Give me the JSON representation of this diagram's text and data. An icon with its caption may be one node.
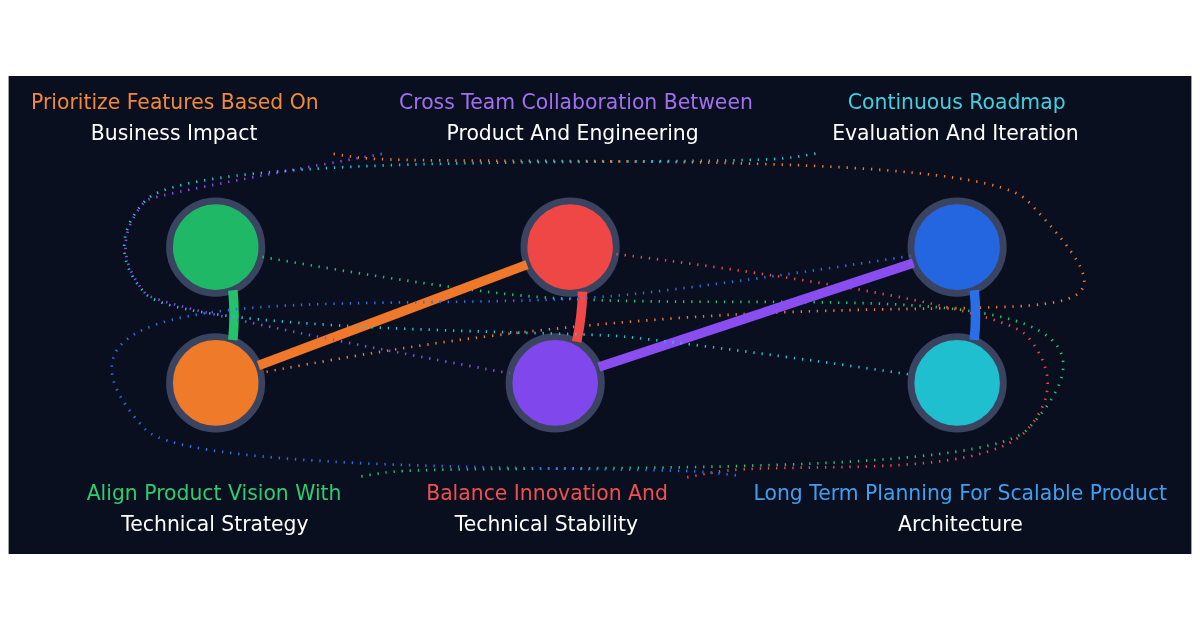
{
  "diagram": {
    "nodes": [
      {
        "text": [],
        "shape": "circle"
      },
      {
        "text": [
          "Align Product Vision With",
          "Technical Strategy"
        ]
      },
      {
        "text": [],
        "shape": "circle"
      },
      {
        "text": [
          "Prioritize Features Based On",
          "Business Impact"
        ]
      },
      {
        "text": [],
        "shape": "circle"
      },
      {
        "text": [
          "Balance Innovation And",
          "Technical Stability"
        ]
      },
      {
        "text": [],
        "shape": "circle"
      },
      {
        "text": [
          "Cross Team Collaboration Between",
          "Product And Engineering"
        ]
      },
      {
        "text": [],
        "shape": "circle"
      },
      {
        "text": [
          "Long Term Planning For Scalable Product",
          "Architecture"
        ]
      },
      {
        "text": [],
        "shape": "circle"
      },
      {
        "text": [
          "Continuous Roadmap",
          "Evaluation And Iteration"
        ]
      }
    ],
    "edges": [
      {
        "from": 0,
        "to": 2,
        "arrow": "none",
        "style": "thick",
        "color": "#22c36b"
      },
      {
        "from": 2,
        "to": 4,
        "arrow": "none",
        "style": "thick",
        "color": "#f0782a"
      },
      {
        "from": 4,
        "to": 6,
        "arrow": "none",
        "style": "thick",
        "color": "#f04848"
      },
      {
        "from": 6,
        "to": 8,
        "arrow": "none",
        "style": "thick",
        "color": "#8a4df0"
      },
      {
        "from": 8,
        "to": 10,
        "arrow": "none",
        "style": "thick",
        "color": "#2a6fe8"
      },
      {
        "from": 1,
        "to": 0,
        "arrow": "none",
        "style": "dashed",
        "color": "#22c36b"
      },
      {
        "from": 3,
        "to": 2,
        "arrow": "none",
        "style": "dashed",
        "color": "#f0782a"
      },
      {
        "from": 5,
        "to": 4,
        "arrow": "none",
        "style": "dashed",
        "color": "#f04848"
      },
      {
        "from": 7,
        "to": 6,
        "arrow": "none",
        "style": "dashed",
        "color": "#8a4df0"
      },
      {
        "from": 9,
        "to": 8,
        "arrow": "none",
        "style": "dashed",
        "color": "#2a6fe8"
      },
      {
        "from": 11,
        "to": 10,
        "arrow": "none",
        "style": "dashed",
        "color": "#22c3d0"
      }
    ]
  }
}
